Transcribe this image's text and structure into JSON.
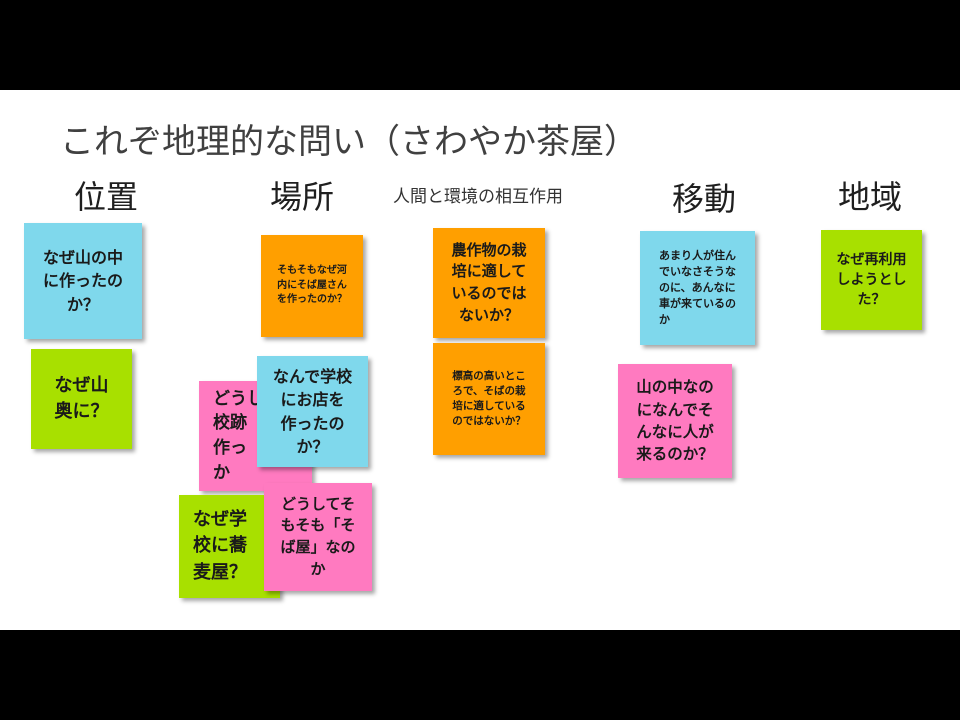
{
  "title": "これぞ地理的な問い（さわやか茶屋）",
  "categories": {
    "ichi": "位置",
    "basho": "場所",
    "interaction": "人間と環境の相互作用",
    "ido": "移動",
    "chiiki": "地域"
  },
  "notes": {
    "n1": "なぜ山の中\nに作ったの\nか？",
    "n2": "なぜ山\n奥に？",
    "n3": "そもそもなぜ河\n内にそば屋さん\nを作ったのか？",
    "n4": "どうし\n校跡\n作っ\nか",
    "n5": "なんで学校\nにお店を\n作ったの\nか？",
    "n6": "なぜ学\n校に蕎\n麦屋？",
    "n7": "どうしてそ\nもそも「そ\nば屋」なの\nか",
    "n8": "農作物の栽\n培に適して\nいるのでは\nないか？",
    "n9": "標高の高いとこ\nろで、そばの栽\n培に適している\nのではないか？",
    "n10": "あまり人が住ん\nでいなさそうな\nのに、あんなに\n車が来ているの\nか",
    "n11": "山の中なの\nになんでそ\nんなに人が\n来るのか？",
    "n12": "なぜ再利用\nしようとし\nた？"
  },
  "colors": {
    "cyan": "#7fd8ec",
    "green": "#a8e000",
    "orange": "#ff9f00",
    "pink": "#ff7ac0"
  }
}
